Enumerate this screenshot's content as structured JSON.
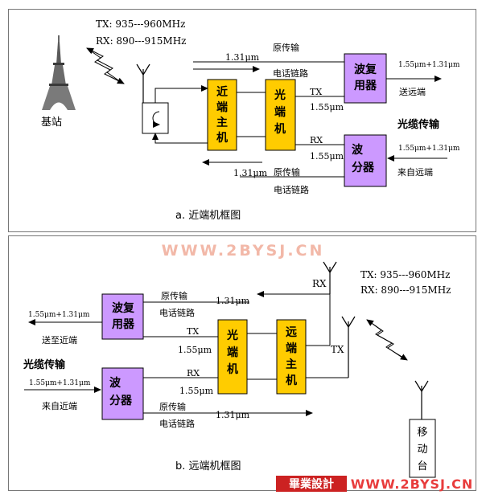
{
  "colors": {
    "yellow_box": "#ffcc00",
    "purple_box": "#cc99ff",
    "watermark": "#f2b8a8",
    "footer_badge": "#cc2222",
    "footer_url": "#e83c3c"
  },
  "top": {
    "freq_tx": "TX: 935---960MHz",
    "freq_rx": "RX: 890---915MHz",
    "base_station": "基站",
    "near_host": [
      "近",
      "端",
      "主",
      "机"
    ],
    "optical_unit": [
      "光",
      "端",
      "机"
    ],
    "mux": [
      "波复",
      "用器"
    ],
    "demux": [
      "波",
      "分器"
    ],
    "wl_131_top": "1.31μm",
    "orig_line_top_1": "原传输",
    "orig_line_top_2": "电话链路",
    "tx_label": "TX",
    "rx_label": "RX",
    "wl_155_tx": "1.55μm",
    "wl_155_rx": "1.55μm",
    "wl_mix_out": "1.55μm+1.31μm",
    "send_far": "送远端",
    "fiber": "光缆传输",
    "wl_mix_in": "1.55μm+1.31μm",
    "from_far": "来自远端",
    "wl_131_bottom": "1.31μm",
    "orig_line_bottom_1": "原传输",
    "orig_line_bottom_2": "电话链路",
    "caption": "a.  近端机框图"
  },
  "watermark": "WWW.2BYSJ.CN",
  "bottom": {
    "rx_antenna": "RX",
    "freq_tx": "TX: 935---960MHz",
    "freq_rx": "RX: 890---915MHz",
    "mux": [
      "波复",
      "用器"
    ],
    "demux": [
      "波",
      "分器"
    ],
    "optical_unit": [
      "光",
      "端",
      "机"
    ],
    "far_host": [
      "远",
      "端",
      "主",
      "机"
    ],
    "wl_mix_out": "1.55μm+1.31μm",
    "send_near": "送至近端",
    "orig_line_top_1": "原传输",
    "orig_line_top_2": "电话链路",
    "wl_131_top": "1.31μm",
    "tx_label": "TX",
    "wl_155_tx": "1.55μm",
    "tx_antenna": "TX",
    "fiber": "光缆传输",
    "wl_mix_in": "1.55μm+1.31μm",
    "from_near": "来自近端",
    "rx_label": "RX",
    "wl_155_rx": "1.55μm",
    "orig_line_bottom_1": "原传输",
    "orig_line_bottom_2": "电话链路",
    "wl_131_bottom": "1.31μm",
    "mobile": [
      "移",
      "动",
      "台"
    ],
    "caption": "b.  远端机框图"
  },
  "footer": {
    "badge": "畢業設計",
    "url": "WWW.2BYSJ.CN"
  }
}
